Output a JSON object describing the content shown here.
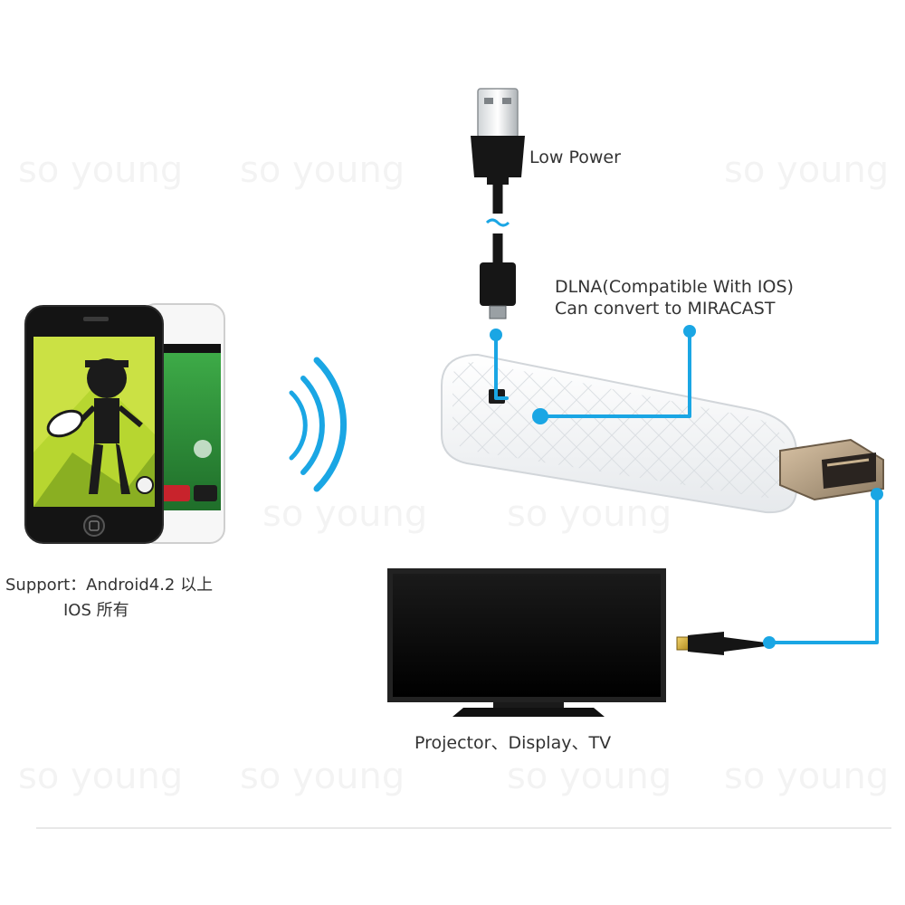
{
  "colors": {
    "accent_blue": "#1aa6e4",
    "dongle_white": "#f4f6f8",
    "screen_black": "#050505",
    "phone_black": "#141414",
    "label_text": "#333333"
  },
  "watermark": {
    "text": "so young"
  },
  "labels": {
    "low_power": "Low  Power",
    "dlna_line1": "DLNA(Compatible With IOS)",
    "dlna_line2": "Can convert to MIRACAST",
    "support_line1": "Support：Android4.2 以上",
    "support_line2": "IOS 所有",
    "devices": "Projector、Display、TV"
  },
  "icons": {
    "usb": "usb-plug-icon",
    "micro_usb": "micro-usb-plug-icon",
    "wireless": "wifi-signal-icon",
    "hdmi": "hdmi-plug-icon"
  }
}
